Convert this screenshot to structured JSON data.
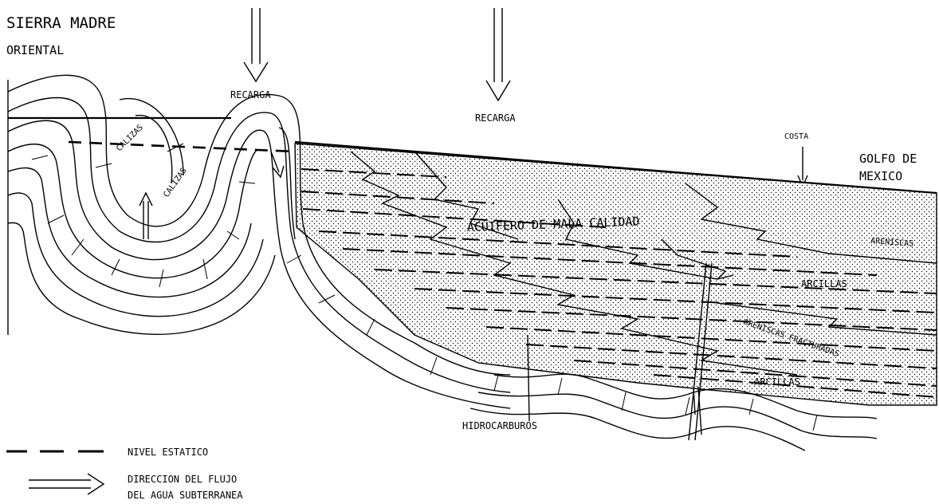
{
  "diagram": {
    "region_title_line1": "SIERRA MADRE",
    "region_title_line2": "ORIENTAL",
    "recharge_label_1": "RECARGA",
    "recharge_label_2": "RECARGA",
    "coast_label": "COSTA",
    "gulf_line1": "GOLFO DE",
    "gulf_line2": "MEXICO",
    "aquifer_label": "ACUIFERO DE MALA CALIDAD",
    "sandstone_label": "ARENISCAS",
    "clay_label_upper": "ARCILLAS",
    "fractured_sandstone_label": "ARENISCAS FRACTURADAS",
    "clay_label_lower": "ARCILLAS",
    "limestone_label": "CALIZAS",
    "limestone_label_2": "CALIZAS",
    "hydrocarbons_label": "HIDROCARBUROS"
  },
  "legend": {
    "static_level_label": "NIVEL ESTATICO",
    "flow_direction_line1": "DIRECCION DEL FLUJO",
    "flow_direction_line2": "DEL AGUA SUBTERRANEA"
  }
}
